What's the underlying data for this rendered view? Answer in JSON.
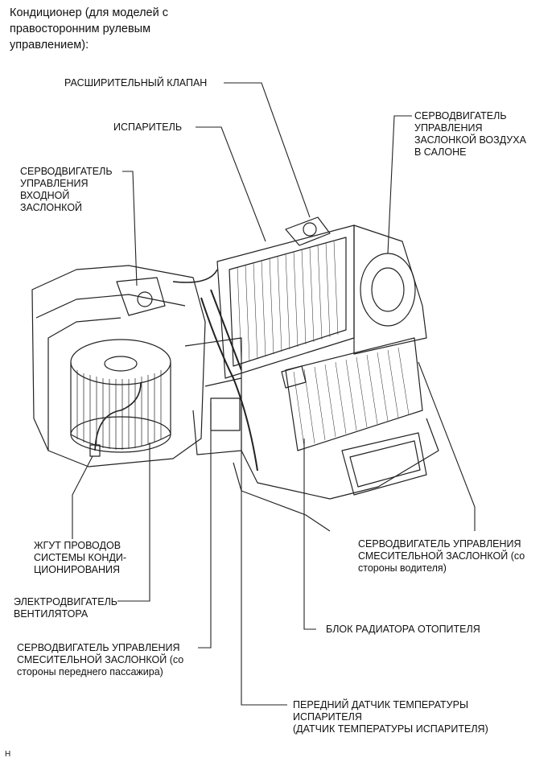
{
  "title": {
    "lines": [
      "Кондиционер (для моделей с",
      "правосторонним рулевым",
      "управлением):"
    ]
  },
  "labels": {
    "expansion_valve": [
      "РАСШИРИТЕЛЬНЫЙ КЛАПАН"
    ],
    "evaporator": [
      "ИСПАРИТЕЛЬ"
    ],
    "inlet_servo": [
      "СЕРВОДВИГАТЕЛЬ",
      "УПРАВЛЕНИЯ",
      "ВХОДНОЙ",
      "ЗАСЛОНКОЙ"
    ],
    "cabin_air_servo": [
      "СЕРВОДВИГАТЕЛЬ",
      "УПРАВЛЕНИЯ",
      "ЗАСЛОНКОЙ ВОЗДУХА",
      "В САЛОНЕ"
    ],
    "wire_harness": [
      "ЖГУТ ПРОВОДОВ",
      "СИСТЕМЫ КОНДИ-",
      "ЦИОНИРОВАНИЯ"
    ],
    "blower_motor": [
      "ЭЛЕКТРОДВИГАТЕЛЬ",
      "ВЕНТИЛЯТОРА"
    ],
    "mix_servo_passenger": [
      "СЕРВОДВИГАТЕЛЬ УПРАВЛЕНИЯ",
      "СМЕСИТЕЛЬНОЙ ЗАСЛОНКОЙ (со",
      "стороны переднего пассажира)"
    ],
    "mix_servo_driver": [
      "СЕРВОДВИГАТЕЛЬ УПРАВЛЕНИЯ",
      "СМЕСИТЕЛЬНОЙ ЗАСЛОНКОЙ (со",
      "стороны водителя)"
    ],
    "heater_core": [
      "БЛОК РАДИАТОРА ОТОПИТЕЛЯ"
    ],
    "evap_temp_sensor": [
      "ПЕРЕДНИЙ ДАТЧИК ТЕМПЕРАТУРЫ",
      "ИСПАРИТЕЛЯ",
      "(ДАТЧИК ТЕМПЕРАТУРЫ ИСПАРИТЕЛЯ)"
    ]
  },
  "figure_id": "H"
}
